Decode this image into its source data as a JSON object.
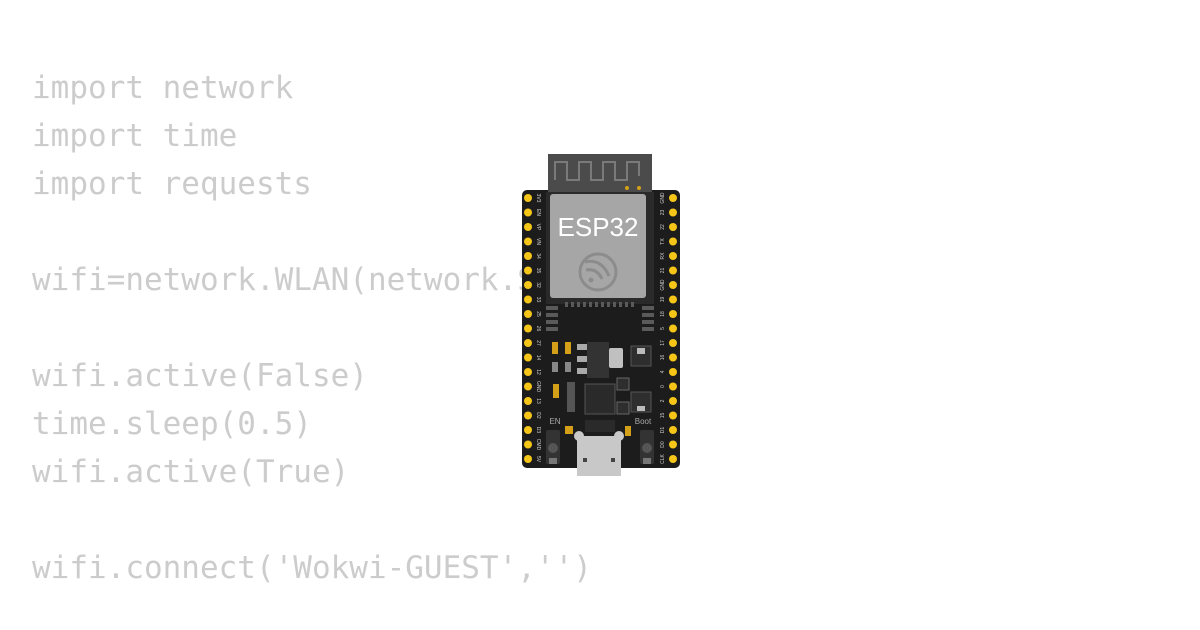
{
  "code_lines": [
    "import network",
    "import time",
    "import requests",
    "",
    "wifi=network.WLAN(network.STA_IF)",
    "",
    "wifi.active(False)",
    "time.sleep(0.5)",
    "wifi.active(True)",
    "",
    "wifi.connect('Wokwi-GUEST','')"
  ],
  "board": {
    "module_label": "ESP32",
    "logo_icon": "espressif-logo-icon",
    "en_label": "EN",
    "boot_label": "Boot",
    "left_pins": [
      "3V3",
      "EN",
      "VP",
      "VN",
      "34",
      "35",
      "32",
      "33",
      "25",
      "26",
      "27",
      "14",
      "12",
      "GND",
      "13",
      "D2",
      "D3",
      "CMD",
      "5V"
    ],
    "right_pins": [
      "GND",
      "23",
      "22",
      "TX",
      "RX",
      "21",
      "GND",
      "19",
      "18",
      "5",
      "17",
      "16",
      "4",
      "0",
      "2",
      "15",
      "D1",
      "D0",
      "CLK"
    ]
  },
  "colors": {
    "code_text": "#cccccc",
    "board_body": "#1c1c1c",
    "pin_pad": "#f5c518",
    "module_shield": "#a6a6a6",
    "antenna_area": "#4b4b4b",
    "usb_connector": "#c8c8c8"
  }
}
